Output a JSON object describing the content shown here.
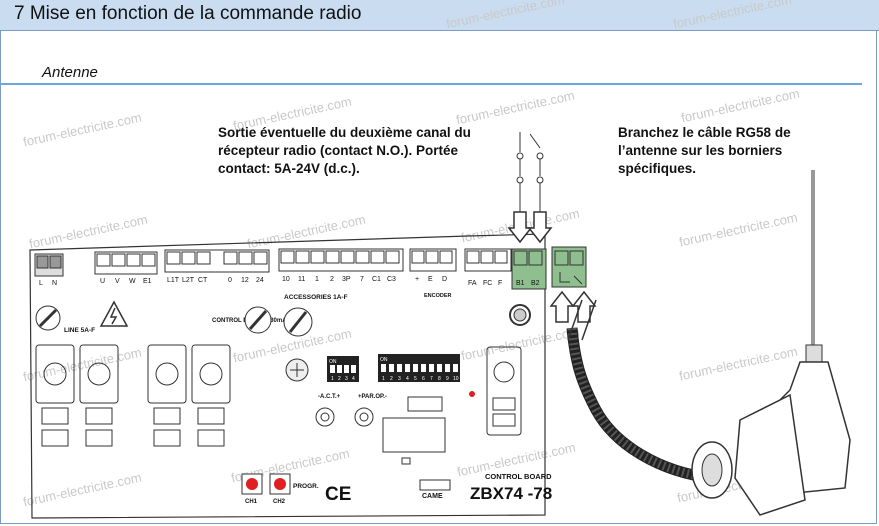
{
  "header": {
    "title": "7 Mise en fonction de la commande radio"
  },
  "section": {
    "title": "Antenne"
  },
  "callouts": {
    "left": "Sortie éventuelle du deuxième canal du récepteur radio (contact N.O.). Portée contact: 5A-24V (d.c.).",
    "right": "Branchez le câble RG58 de l’antenne sur les borniers spécifiques."
  },
  "watermark": "forum-electricite.com",
  "board": {
    "terminals_1": [
      "L",
      "N"
    ],
    "terminals_2": [
      "U",
      "V",
      "W",
      "E1"
    ],
    "terminals_3": [
      "L1T",
      "L2T",
      "CT",
      "0",
      "12",
      "24"
    ],
    "terminals_4": [
      "10",
      "11",
      "1",
      "2",
      "3P",
      "7",
      "C1",
      "C3"
    ],
    "terminals_5": [
      "+",
      "E",
      "D"
    ],
    "terminals_6": [
      "FA",
      "FC",
      "F"
    ],
    "terminals_7": [
      "B1",
      "B2"
    ],
    "fuse_line": "LINE 5A-F",
    "fuse_accessories": "ACCESSORIES 1A-F",
    "fuse_control": "CONTROL BOARD 630mA-F",
    "encoder": "ENCODER",
    "act": "-A.C.T.+",
    "parop": "+PAR.OP.-",
    "on": "ON",
    "dip_small": [
      "1",
      "2",
      "3",
      "4"
    ],
    "dip_large": [
      "1",
      "2",
      "3",
      "4",
      "5",
      "6",
      "7",
      "8",
      "9",
      "10"
    ],
    "ch1": "CH1",
    "ch2": "CH2",
    "progr": "PROGR.",
    "ce": "CE",
    "brand": "CAME",
    "control_board": "CONTROL BOARD",
    "model": "ZBX74 -78"
  },
  "colors": {
    "header_bg": "#c9dcf0",
    "rule": "#6aa8d8",
    "terminal_green": "#8fbf8f",
    "button_red": "#e02020"
  }
}
